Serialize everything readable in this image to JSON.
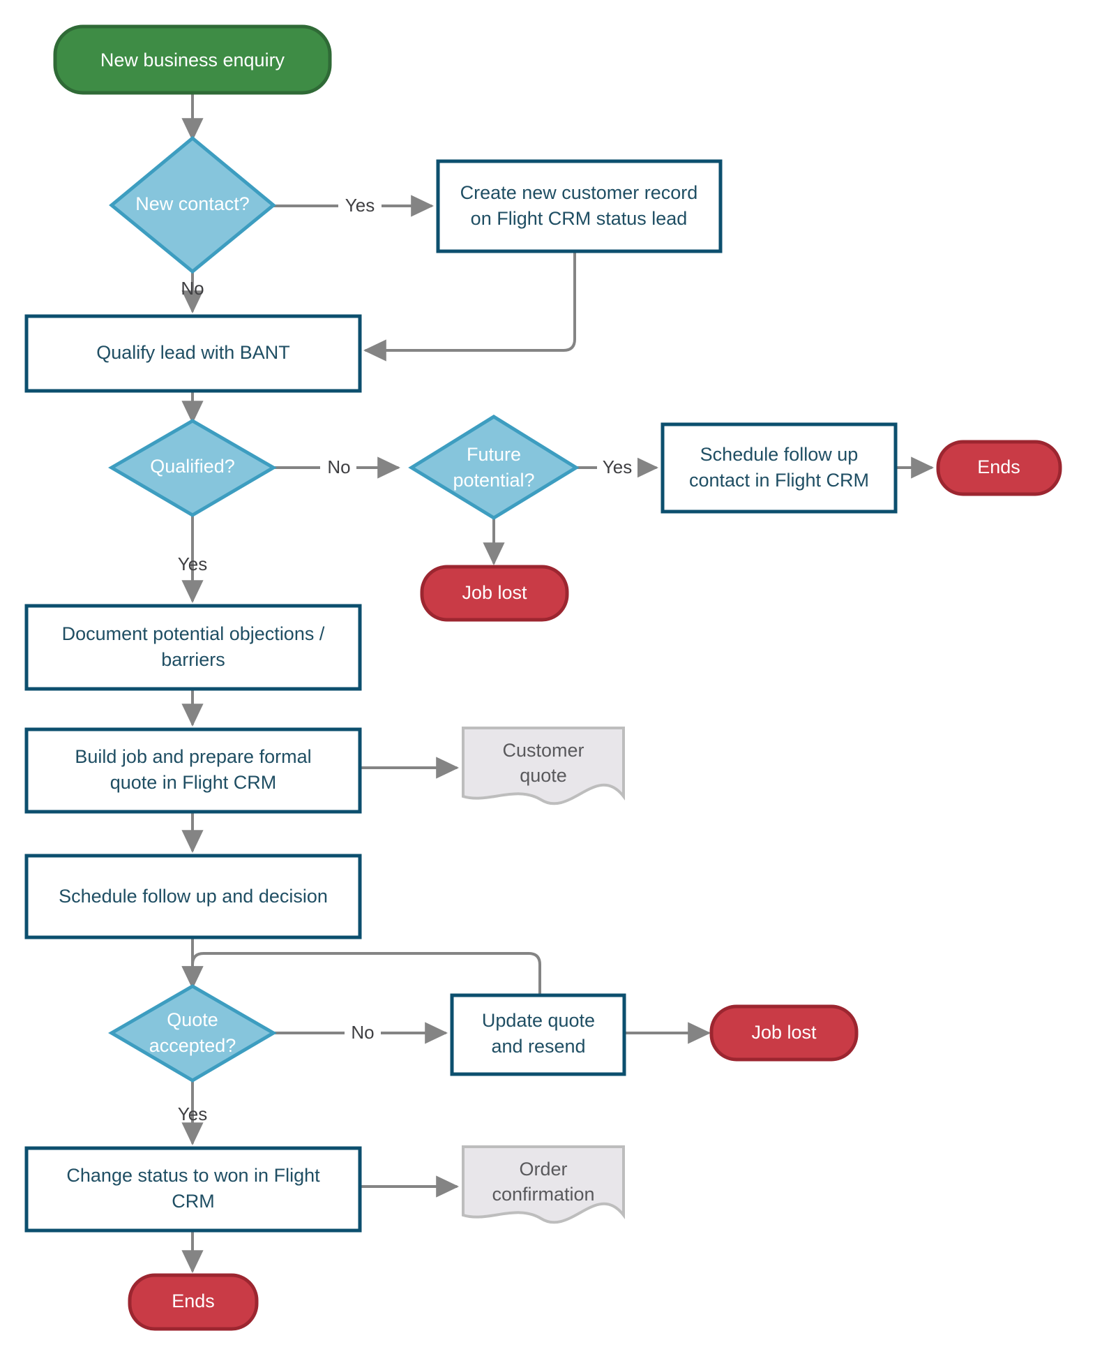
{
  "diagram": {
    "title": "New business enquiry sales process flowchart",
    "type": "flowchart",
    "colors": {
      "start_fill": "#3e8c45",
      "start_stroke": "#2f6a36",
      "end_fill": "#c93b46",
      "end_stroke": "#9c2630",
      "decision_fill": "#86c5dc",
      "decision_stroke": "#3d9dc0",
      "process_fill": "#ffffff",
      "process_stroke": "#0c4f6e",
      "document_fill": "#e8e6ea",
      "document_stroke": "#bdbdbd",
      "edge_stroke": "#848484",
      "process_text": "#1f4e63",
      "document_text": "#59595c",
      "edge_label_text": "#3f3f42"
    },
    "nodes": [
      {
        "id": "start",
        "shape": "terminator",
        "label": "New business enquiry"
      },
      {
        "id": "new_contact",
        "shape": "decision",
        "label": "New contact?"
      },
      {
        "id": "create_record",
        "shape": "process",
        "label_line1": "Create new customer record",
        "label_line2": "on Flight CRM status lead"
      },
      {
        "id": "qualify_bant",
        "shape": "process",
        "label": "Qualify lead with BANT"
      },
      {
        "id": "qualified",
        "shape": "decision",
        "label": "Qualified?"
      },
      {
        "id": "future_potential",
        "shape": "decision",
        "label_line1": "Future",
        "label_line2": "potential?"
      },
      {
        "id": "schedule_followup",
        "shape": "process",
        "label_line1": "Schedule follow up",
        "label_line2": "contact in Flight CRM"
      },
      {
        "id": "ends_top",
        "shape": "terminator",
        "label": "Ends"
      },
      {
        "id": "job_lost_top",
        "shape": "terminator",
        "label": "Job lost"
      },
      {
        "id": "document_objections",
        "shape": "process",
        "label_line1": "Document potential objections /",
        "label_line2": "barriers"
      },
      {
        "id": "build_job",
        "shape": "process",
        "label_line1": "Build job and prepare formal",
        "label_line2": "quote in Flight CRM"
      },
      {
        "id": "customer_quote",
        "shape": "document",
        "label_line1": "Customer",
        "label_line2": "quote"
      },
      {
        "id": "schedule_decision",
        "shape": "process",
        "label": "Schedule follow up and decision"
      },
      {
        "id": "quote_accepted",
        "shape": "decision",
        "label_line1": "Quote",
        "label_line2": "accepted?"
      },
      {
        "id": "update_quote",
        "shape": "process",
        "label_line1": "Update quote",
        "label_line2": "and resend"
      },
      {
        "id": "job_lost_bottom",
        "shape": "terminator",
        "label": "Job lost"
      },
      {
        "id": "change_status",
        "shape": "process",
        "label_line1": "Change status to won in Flight",
        "label_line2": "CRM"
      },
      {
        "id": "order_confirmation",
        "shape": "document",
        "label_line1": "Order",
        "label_line2": "confirmation"
      },
      {
        "id": "ends_bottom",
        "shape": "terminator",
        "label": "Ends"
      }
    ],
    "edge_labels": {
      "new_contact_yes": "Yes",
      "new_contact_no": "No",
      "qualified_no": "No",
      "qualified_yes": "Yes",
      "future_potential_yes": "Yes",
      "quote_accepted_no": "No",
      "quote_accepted_yes": "Yes"
    },
    "edges": [
      {
        "from": "start",
        "to": "new_contact",
        "label": ""
      },
      {
        "from": "new_contact",
        "to": "create_record",
        "label": "Yes"
      },
      {
        "from": "new_contact",
        "to": "qualify_bant",
        "label": "No"
      },
      {
        "from": "create_record",
        "to": "qualify_bant",
        "label": ""
      },
      {
        "from": "qualify_bant",
        "to": "qualified",
        "label": ""
      },
      {
        "from": "qualified",
        "to": "future_potential",
        "label": "No"
      },
      {
        "from": "qualified",
        "to": "document_objections",
        "label": "Yes"
      },
      {
        "from": "future_potential",
        "to": "schedule_followup",
        "label": "Yes"
      },
      {
        "from": "future_potential",
        "to": "job_lost_top",
        "label": ""
      },
      {
        "from": "schedule_followup",
        "to": "ends_top",
        "label": ""
      },
      {
        "from": "document_objections",
        "to": "build_job",
        "label": ""
      },
      {
        "from": "build_job",
        "to": "customer_quote",
        "label": ""
      },
      {
        "from": "build_job",
        "to": "schedule_decision",
        "label": ""
      },
      {
        "from": "schedule_decision",
        "to": "quote_accepted",
        "label": ""
      },
      {
        "from": "quote_accepted",
        "to": "update_quote",
        "label": "No"
      },
      {
        "from": "quote_accepted",
        "to": "change_status",
        "label": "Yes"
      },
      {
        "from": "update_quote",
        "to": "job_lost_bottom",
        "label": ""
      },
      {
        "from": "update_quote",
        "to": "quote_accepted",
        "label": ""
      },
      {
        "from": "change_status",
        "to": "order_confirmation",
        "label": ""
      },
      {
        "from": "change_status",
        "to": "ends_bottom",
        "label": ""
      }
    ]
  }
}
